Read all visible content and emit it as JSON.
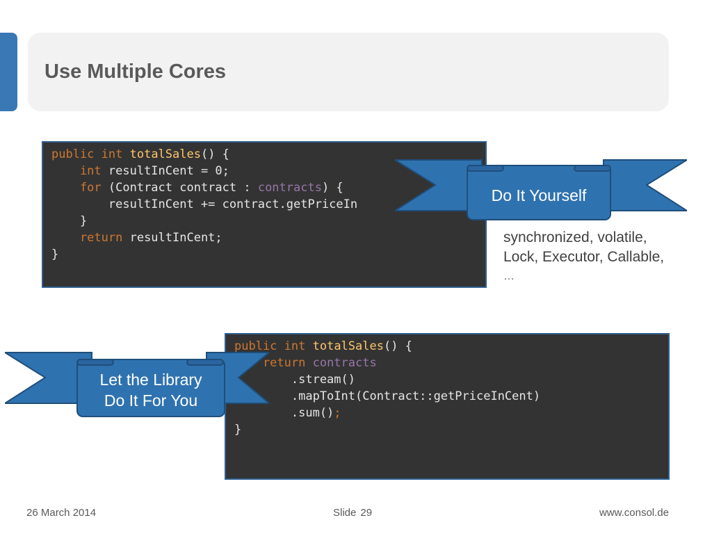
{
  "slide": {
    "title": "Use Multiple Cores"
  },
  "code_imperative": {
    "lines": [
      [
        {
          "t": "public ",
          "c": "kw"
        },
        {
          "t": "int ",
          "c": "kw"
        },
        {
          "t": "totalSales",
          "c": "fn"
        },
        {
          "t": "() {",
          "c": "plain"
        }
      ],
      [
        {
          "t": "    int ",
          "c": "kw"
        },
        {
          "t": "resultInCent = 0;",
          "c": "plain"
        }
      ],
      [
        {
          "t": "    for ",
          "c": "kw"
        },
        {
          "t": "(Contract contract : ",
          "c": "plain"
        },
        {
          "t": "contracts",
          "c": "fld"
        },
        {
          "t": ") {",
          "c": "plain"
        }
      ],
      [
        {
          "t": "        resultInCent += contract.getPriceIn",
          "c": "plain"
        }
      ],
      [
        {
          "t": "    }",
          "c": "plain"
        }
      ],
      [
        {
          "t": "    return ",
          "c": "kw"
        },
        {
          "t": "resultInCent;",
          "c": "plain"
        }
      ],
      [
        {
          "t": "}",
          "c": "plain"
        }
      ]
    ]
  },
  "code_stream": {
    "lines": [
      [
        {
          "t": "public ",
          "c": "kw"
        },
        {
          "t": "int ",
          "c": "kw"
        },
        {
          "t": "totalSales",
          "c": "fn"
        },
        {
          "t": "() {",
          "c": "plain"
        }
      ],
      [
        {
          "t": "    return ",
          "c": "kw"
        },
        {
          "t": "contracts",
          "c": "fld"
        }
      ],
      [
        {
          "t": "        .stream()",
          "c": "plain"
        }
      ],
      [
        {
          "t": "        .mapToInt(Contract::getPriceInCent)",
          "c": "plain"
        }
      ],
      [
        {
          "t": "        .sum()",
          "c": "plain"
        },
        {
          "t": ";",
          "c": "kw"
        }
      ],
      [
        {
          "t": "}",
          "c": "plain"
        }
      ]
    ]
  },
  "banners": {
    "diy": {
      "label": "Do It Yourself"
    },
    "library": {
      "line1": "Let the Library",
      "line2": "Do It For You"
    }
  },
  "side_note": {
    "line1": "synchronized, volatile,",
    "line2": "Lock, Executor, Callable,",
    "line3": "…"
  },
  "footer": {
    "date": "26 March 2014",
    "slide_label": "Slide",
    "slide_number": "29",
    "url": "www.consol.de"
  },
  "colors": {
    "accent": "#3a78b5",
    "banner_fill": "#2f72b0",
    "banner_stroke": "#1f4e79",
    "code_bg": "#333333",
    "code_border": "#2e5f91",
    "keyword": "#cc7832",
    "method": "#ffc66d",
    "field": "#9876aa"
  }
}
